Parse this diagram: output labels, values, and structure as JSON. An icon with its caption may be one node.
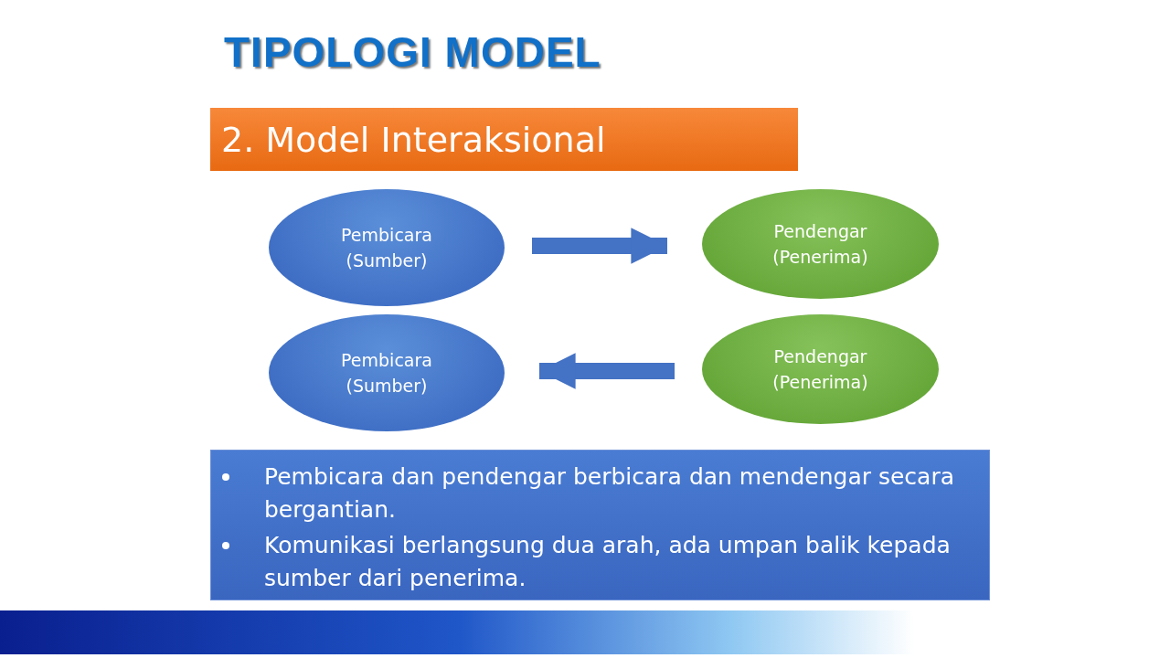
{
  "diagram": {
    "title": "TIPOLOGI MODEL",
    "nodes": [
      {
        "text": [
          "2. Model Interaksional"
        ]
      },
      {
        "text": [
          "Pembicara (Sumber)"
        ]
      },
      {
        "text": [
          "Pendengar (Penerima)"
        ]
      },
      {
        "text": [
          "Pembicara (Sumber)"
        ]
      },
      {
        "text": [
          "Pendengar (Penerima)"
        ]
      },
      {
        "text": [
          "Pembicara dan pendengar berbicara dan mendengar secara bergantian.",
          "Komunikasi berlangsung dua arah, ada umpan balik kepada sumber dari penerima."
        ]
      }
    ],
    "edges": [
      {
        "from": 1,
        "to": 2,
        "arrow": "to"
      },
      {
        "from": 4,
        "to": 3,
        "arrow": "to"
      }
    ]
  }
}
